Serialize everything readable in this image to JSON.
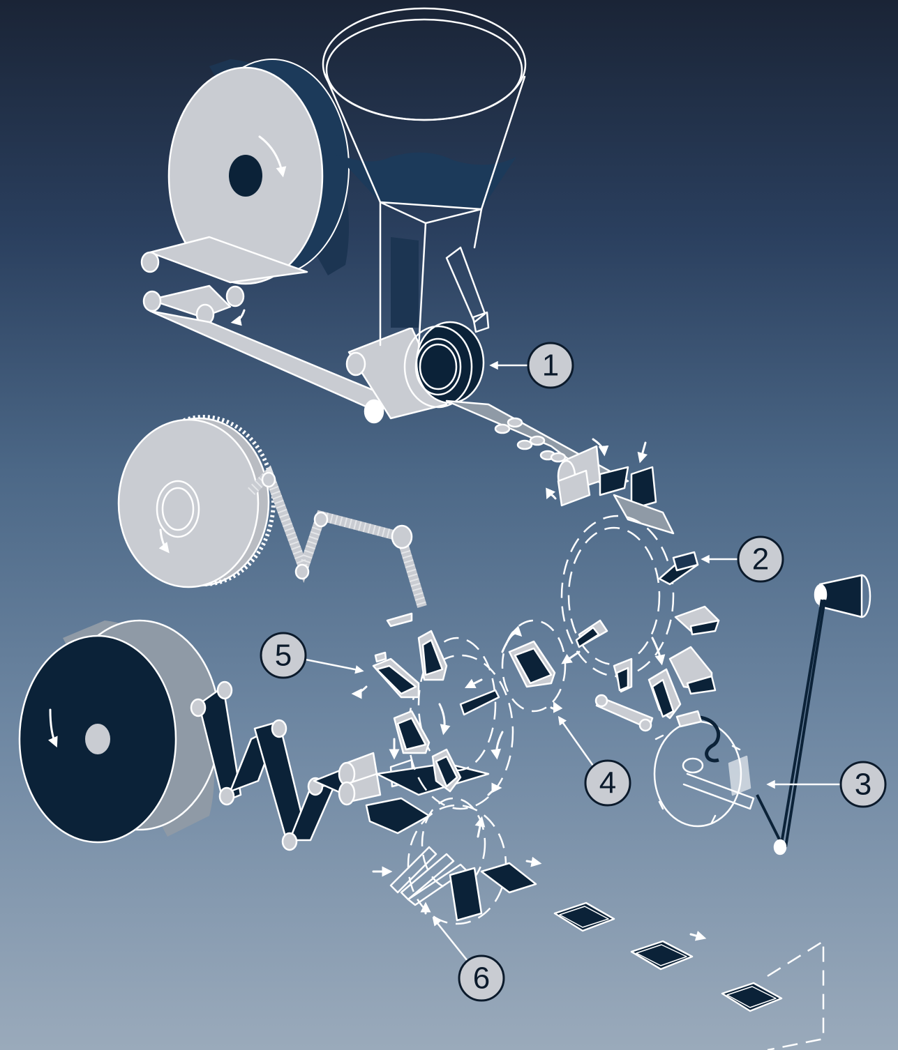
{
  "callouts": [
    {
      "id": "1",
      "label": "1"
    },
    {
      "id": "2",
      "label": "2"
    },
    {
      "id": "3",
      "label": "3"
    },
    {
      "id": "4",
      "label": "4"
    },
    {
      "id": "5",
      "label": "5"
    },
    {
      "id": "6",
      "label": "6"
    }
  ],
  "colors": {
    "background_top": "#1a2436",
    "background_bottom": "#9aaabb",
    "line": "#ffffff",
    "light_fill": "#c9ccd2",
    "dark_fill": "#0b2238"
  }
}
